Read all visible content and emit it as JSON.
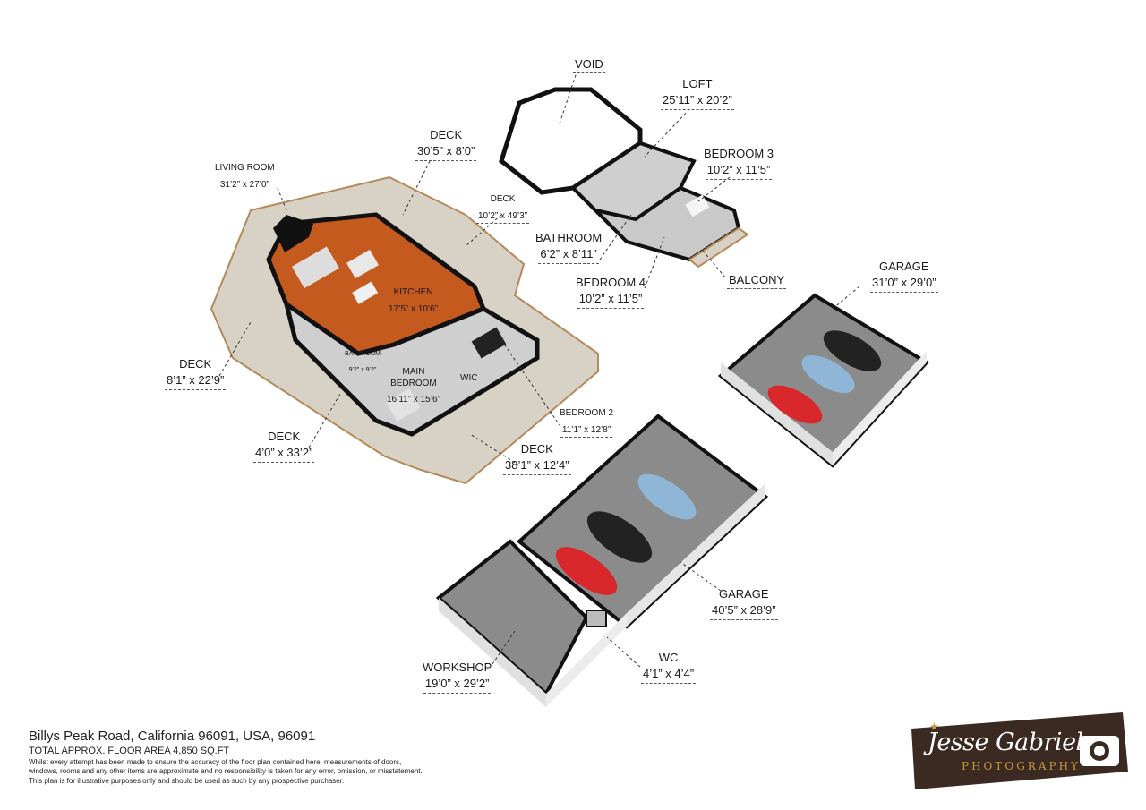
{
  "rooms": {
    "void": {
      "name": "VOID"
    },
    "loft": {
      "name": "LOFT",
      "dims": "25’11” x 20’2”"
    },
    "bedroom3": {
      "name": "BEDROOM 3",
      "dims": "10’2” x 11’5”"
    },
    "deck_top": {
      "name": "DECK",
      "dims": "30’5” x 8’0”"
    },
    "living_room": {
      "name": "LIVING ROOM",
      "dims": "31’2” x 27’0”"
    },
    "deck_small": {
      "name": "DECK",
      "dims": "10’2” x 49’3”"
    },
    "bathroom_upper": {
      "name": "BATHROOM",
      "dims": "6’2” x 8’11”"
    },
    "bedroom4": {
      "name": "BEDROOM 4",
      "dims": "10’2” x 11’5”"
    },
    "balcony": {
      "name": "BALCONY"
    },
    "kitchen": {
      "name": "KITCHEN",
      "dims": "17’5” x 10’6”"
    },
    "deck_left": {
      "name": "DECK",
      "dims": "8’1” x 22’9”"
    },
    "bathroom_main": {
      "name": "BATHROOM",
      "dims": "9’2” x 9’2”"
    },
    "main_bedroom": {
      "name": "MAIN",
      "name2": "BEDROOM",
      "dims": "16’11” x 15’6”"
    },
    "wic": {
      "name": "WIC"
    },
    "bedroom2": {
      "name": "BEDROOM 2",
      "dims": "11’1” x 12’8”"
    },
    "deck_bottom_left": {
      "name": "DECK",
      "dims": "4’0” x 33’2”"
    },
    "deck_bottom": {
      "name": "DECK",
      "dims": "38’1” x 12’4”"
    },
    "garage_small": {
      "name": "GARAGE",
      "dims": "31’0” x 29’0”"
    },
    "garage_large": {
      "name": "GARAGE",
      "dims": "40’5” x 28’9”"
    },
    "wc": {
      "name": "WC",
      "dims": "4’1” x 4’4”"
    },
    "workshop": {
      "name": "WORKSHOP",
      "dims": "19’0” x 29’2”"
    }
  },
  "footer": {
    "address": "Billys Peak Road, California 96091, USA, 96091",
    "area": "TOTAL APPROX. FLOOR AREA 4,850 SQ.FT",
    "disclaimer1": "Whilst every attempt has been made to ensure the accuracy of the floor plan contained here, measurements of doors,",
    "disclaimer2": "windows, rooms and any other items are approximate and no responsibility is taken for any error, omission, or misstatement.",
    "disclaimer3": "This plan is for illustrative purposes only and should be used as such by any prospective purchaser."
  },
  "logo": {
    "name": "Jesse Gabriel",
    "tagline": "PHOTOGRAPHY"
  },
  "colors": {
    "floor_wood": "#c45a1e",
    "deck": "#d7d1c4",
    "garage_floor": "#8b8b8b",
    "wall": "#111111",
    "car_red": "#d9282b",
    "car_blue": "#8fb6d6",
    "car_black": "#222222"
  }
}
